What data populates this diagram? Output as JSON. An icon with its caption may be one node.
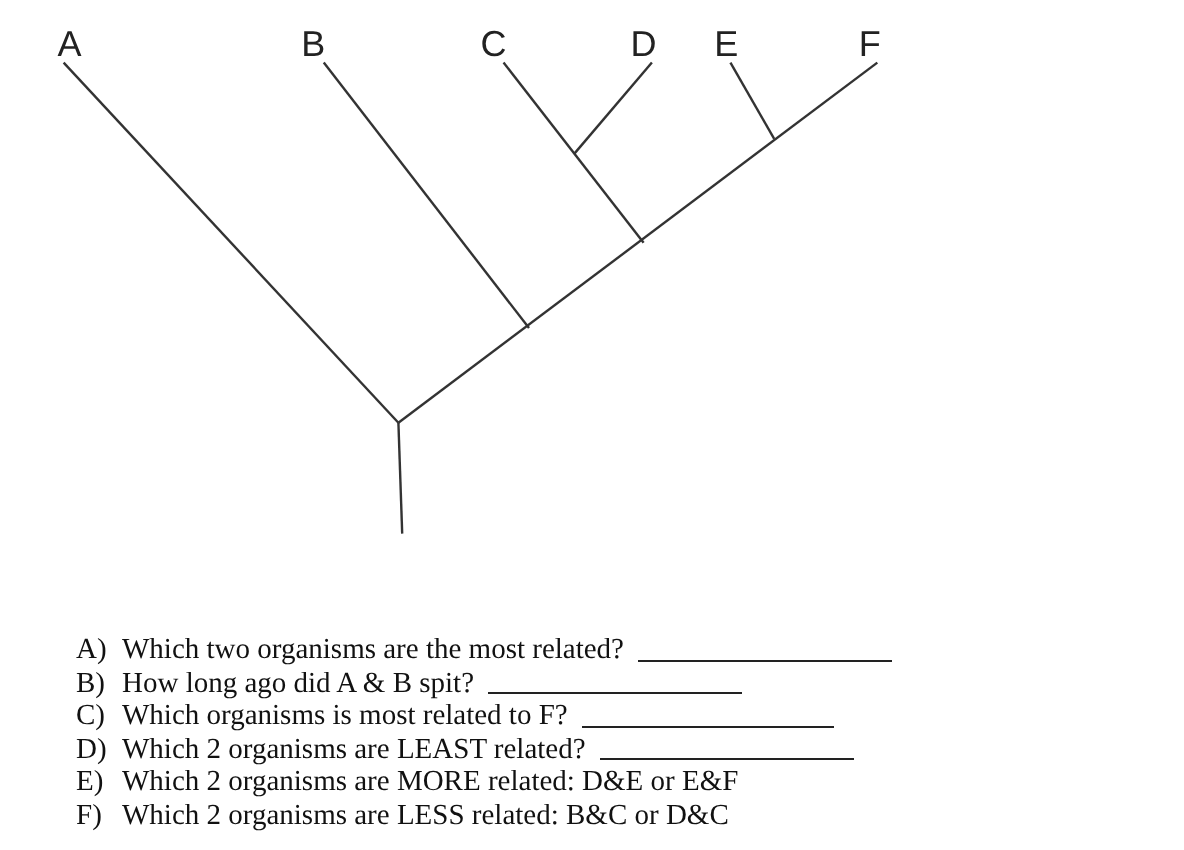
{
  "diagram": {
    "nodes": [
      {
        "text": [
          "A"
        ]
      },
      {
        "text": [
          "B"
        ]
      },
      {
        "text": [
          "C"
        ]
      },
      {
        "text": [
          "D"
        ]
      },
      {
        "text": [
          "E"
        ]
      },
      {
        "text": [
          "F"
        ]
      }
    ],
    "edges": [
      {
        "from": null,
        "to": 0,
        "arrow": "none"
      },
      {
        "from": null,
        "to": 1,
        "arrow": "none"
      },
      {
        "from": null,
        "to": 2,
        "arrow": "none"
      },
      {
        "from": null,
        "to": 3,
        "arrow": "none"
      },
      {
        "from": null,
        "to": 4,
        "arrow": "none"
      },
      {
        "from": null,
        "to": 5,
        "arrow": "none"
      }
    ],
    "labels": [
      "A)",
      "Which two organisms are the most related?",
      "B)",
      "How long ago did A & B spit?",
      "C)",
      "Which organisms is most related to F?",
      "D)",
      "Which 2 organisms are LEAST related?",
      "E)",
      "Which 2 organisms are MORE related: D&E or E&F",
      "F)",
      "Which 2 organisms are LESS related: B&C or D&C"
    ]
  }
}
